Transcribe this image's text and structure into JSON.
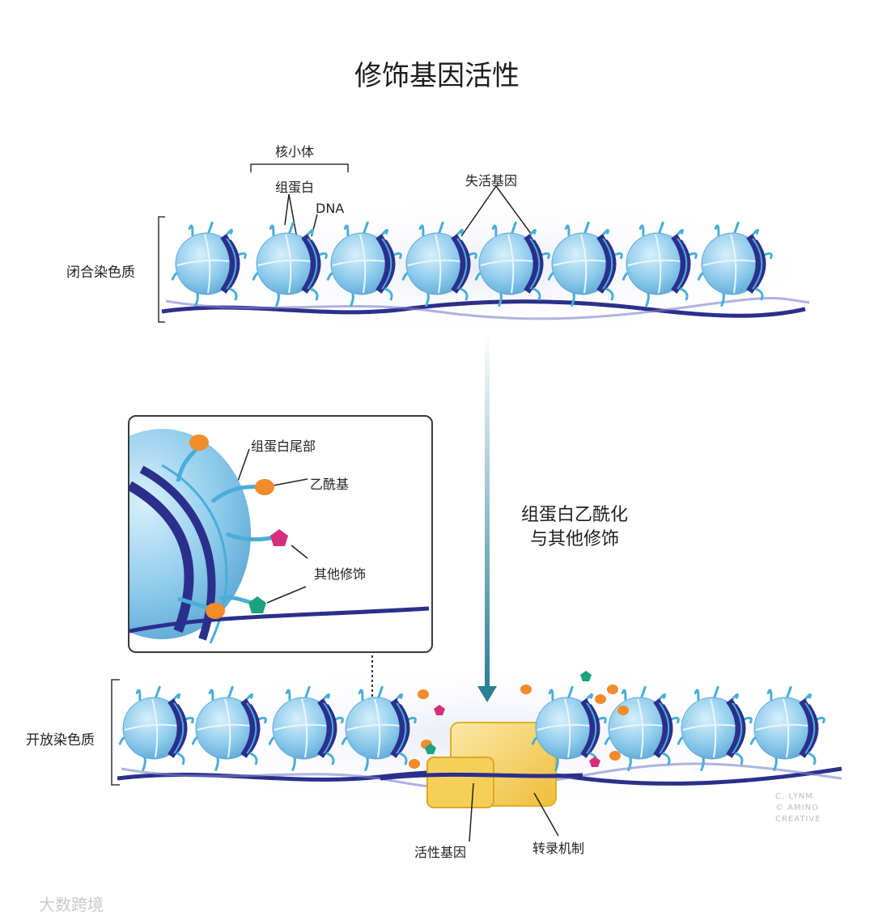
{
  "title": "修饰基因活性",
  "labels": {
    "nucleosome": "核小体",
    "histone": "组蛋白",
    "dna": "DNA",
    "inactive_gene": "失活基因",
    "closed_chromatin": "闭合染色质",
    "histone_tail": "组蛋白尾部",
    "acetyl": "乙酰基",
    "other_mods": "其他修饰",
    "arrow_line1": "组蛋白乙酰化",
    "arrow_line2": "与其他修饰",
    "open_chromatin": "开放染色质",
    "active_gene": "活性基因",
    "transcription_machinery": "转录机制"
  },
  "credit": {
    "line1": "C. LYNM",
    "line2": "© AMINO",
    "line3": "CREATIVE"
  },
  "watermark": "大数跨境",
  "colors": {
    "histone_fill": "#8ecbec",
    "dna_dark": "#2b2f8c",
    "tail": "#4aaed6",
    "acetyl": "#f08c2a",
    "magenta": "#d6307a",
    "green": "#1aa37e",
    "machinery": "#f3c84a",
    "arrow": "#2b7f96"
  }
}
